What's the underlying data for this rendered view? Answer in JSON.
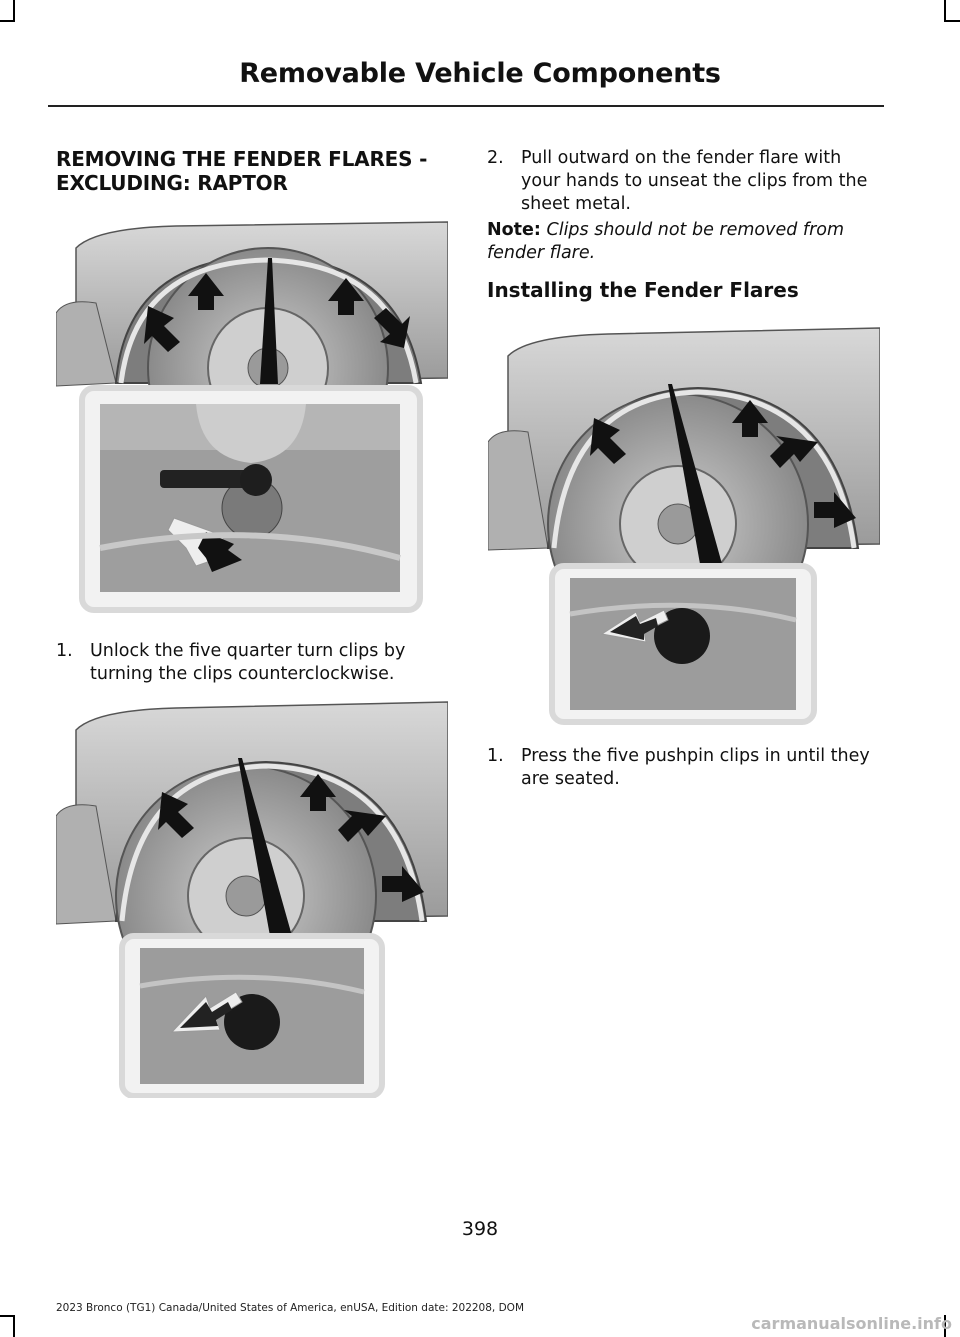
{
  "header": {
    "title": "Removable Vehicle Components"
  },
  "section": {
    "title": "REMOVING THE FENDER FLARES - EXCLUDING: RAPTOR"
  },
  "steps_left": [
    {
      "num": "1.",
      "text": "Unlock the five quarter turn clips by turning the clips counterclockwise."
    }
  ],
  "steps_right": [
    {
      "num": "2.",
      "text": "Pull outward on the fender flare with your hands to unseat the clips from the sheet metal."
    },
    {
      "num": "1.",
      "text": "Press the five pushpin clips in until they are seated."
    }
  ],
  "note": {
    "label": "Note:",
    "text": "Clips should not be removed from fender flare."
  },
  "subsection": {
    "title": "Installing the Fender Flares"
  },
  "page": {
    "number": "398"
  },
  "footer": {
    "text": "2023 Bronco (TG1) Canada/United States of America, enUSA, Edition date: 202208, DOM"
  },
  "watermark": {
    "text": "carmanualsonline.info"
  },
  "colors": {
    "figure_gray": "#bfbfbf",
    "arrow": "#111111",
    "frame": "#d9d9d9"
  }
}
